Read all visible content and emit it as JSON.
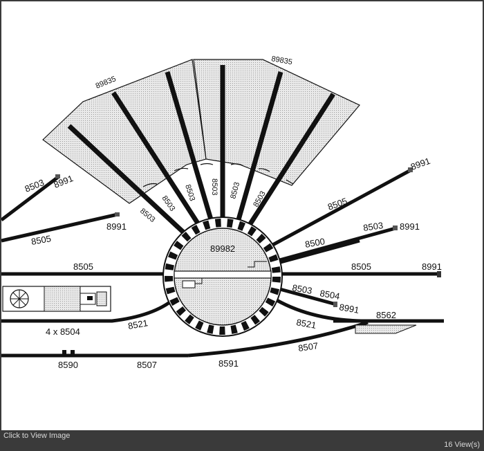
{
  "viewer": {
    "click_to_view": "Click to View Image",
    "views": "16 View(s)"
  },
  "diagram": {
    "turntable_code": "89982",
    "sector_codes": [
      "89835",
      "89835"
    ],
    "stall_track_codes": [
      "8503",
      "8503",
      "8503",
      "8503",
      "8503",
      "8503"
    ],
    "left_tracks": {
      "upper_code": "8503",
      "upper_end": "8991",
      "lower_code": "8505",
      "lower_end": "8991"
    },
    "right_tracks": {
      "top_code": "8505",
      "top_end": "8991",
      "mid_code": "8503",
      "mid_end": "8991",
      "low_code": "8500"
    },
    "main_line": {
      "left_code": "8505",
      "right_code": "8505",
      "end_code": "8991"
    },
    "lower_right": {
      "a_code": "8503",
      "b_code": "8504",
      "b_end": "8991",
      "curve_code": "8521",
      "switch_code": "8562",
      "diverge_code": "8507"
    },
    "lower_left": {
      "track_label": "4 x 8504",
      "curve_code": "8521"
    },
    "bottom_line": {
      "left_code": "8590",
      "mid_code": "8507",
      "right_code": "8591"
    }
  }
}
